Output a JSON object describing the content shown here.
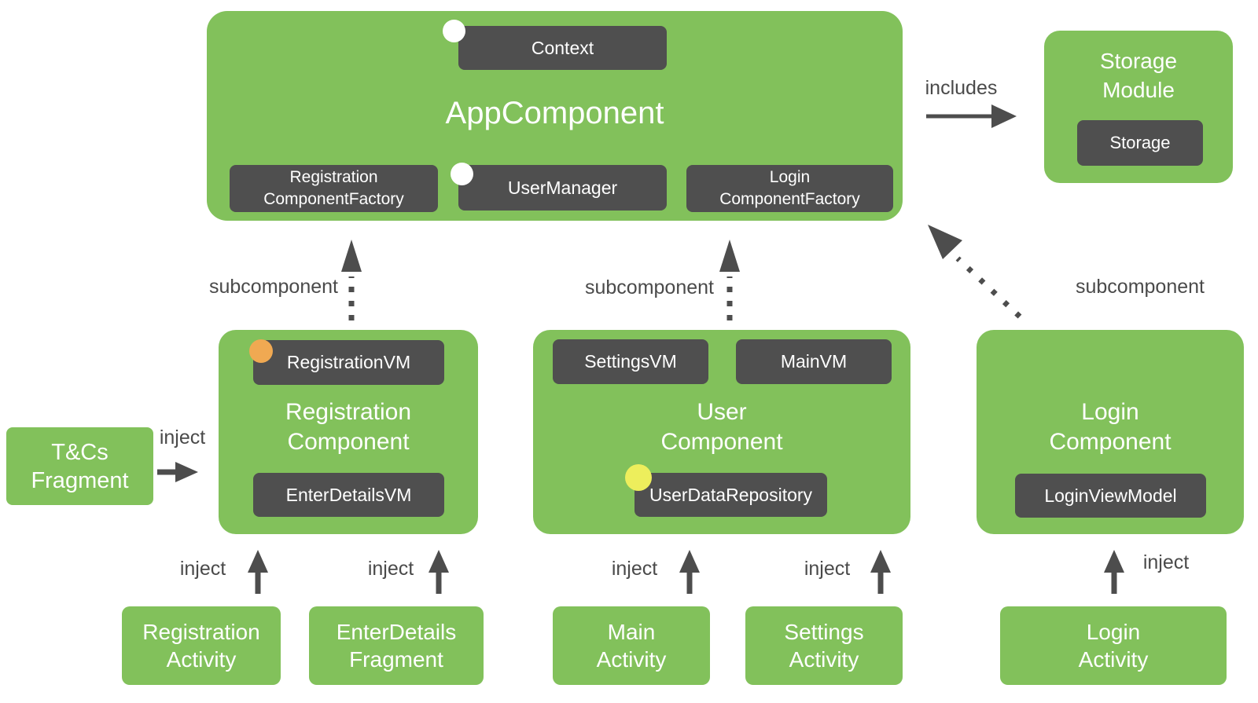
{
  "app_component": {
    "title": "AppComponent",
    "context_label": "Context",
    "registration_factory_label": "Registration\nComponentFactory",
    "user_manager_label": "UserManager",
    "login_factory_label": "Login\nComponentFactory"
  },
  "storage_module": {
    "title": "Storage\nModule",
    "storage_label": "Storage"
  },
  "registration_component": {
    "title": "Registration\nComponent",
    "registration_vm_label": "RegistrationVM",
    "enter_details_vm_label": "EnterDetailsVM"
  },
  "user_component": {
    "title": "User\nComponent",
    "settings_vm_label": "SettingsVM",
    "main_vm_label": "MainVM",
    "user_data_repository_label": "UserDataRepository"
  },
  "login_component": {
    "title": "Login\nComponent",
    "login_view_model_label": "LoginViewModel"
  },
  "tcs_fragment": {
    "title": "T&Cs\nFragment"
  },
  "bottom_row": {
    "registration_activity": "Registration\nActivity",
    "enter_details_fragment": "EnterDetails\nFragment",
    "main_activity": "Main\nActivity",
    "settings_activity": "Settings\nActivity",
    "login_activity": "Login\nActivity"
  },
  "edge_labels": {
    "includes": "includes",
    "subcomponent_registration": "subcomponent",
    "subcomponent_user": "subcomponent",
    "subcomponent_login": "subcomponent",
    "inject_tcs": "inject",
    "inject_registration_activity": "inject",
    "inject_enter_details_fragment": "inject",
    "inject_main_activity": "inject",
    "inject_settings_activity": "inject",
    "inject_login_activity": "inject"
  },
  "scope_dots": {
    "context": "white-scope-dot",
    "user_manager": "white-scope-dot",
    "registration_vm": "orange-scope-dot",
    "user_data_repository": "yellow-scope-dot"
  },
  "colors": {
    "component_green": "#82C15B",
    "chip_dark_gray": "#4F4F4F",
    "edge_label_gray": "#4A4A4A",
    "arrow_gray": "#4D4D4D",
    "scope_dot_white": "#FFFFFF",
    "scope_dot_orange": "#F0A952",
    "scope_dot_yellow": "#EDEE5C",
    "box_text_white": "#FFFFFF",
    "background": "#FFFFFF"
  }
}
